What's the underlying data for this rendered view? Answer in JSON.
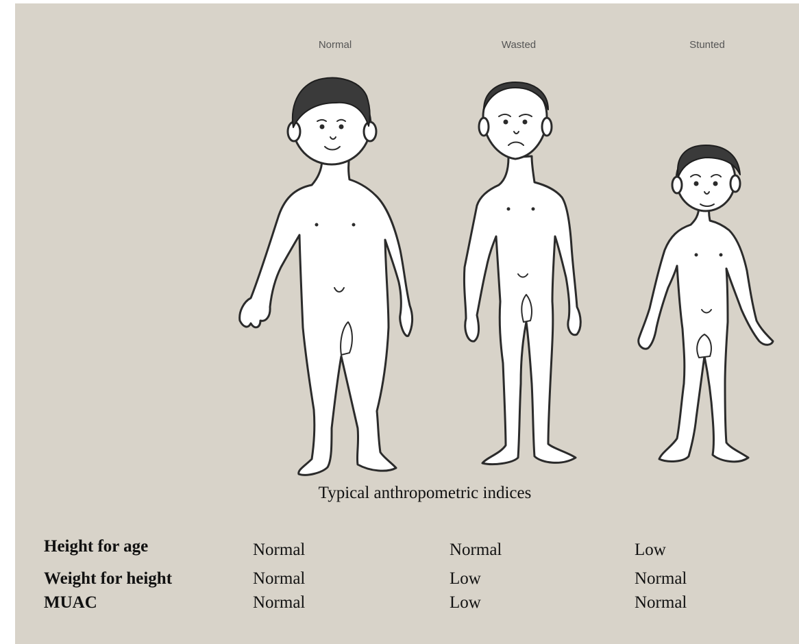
{
  "columns": [
    {
      "label": "Normal"
    },
    {
      "label": "Wasted"
    },
    {
      "label": "Stunted"
    }
  ],
  "caption": "Typical anthropometric indices",
  "table": {
    "rows": [
      {
        "label": "Height for age",
        "values": [
          "Normal",
          "Normal",
          "Low"
        ]
      },
      {
        "label": "Weight for height",
        "values": [
          "Normal",
          "Low",
          "Normal"
        ]
      },
      {
        "label": "MUAC",
        "values": [
          "Normal",
          "Low",
          "Normal"
        ]
      }
    ]
  },
  "colors": {
    "background": "#d8d3c9",
    "figure_fill": "#ffffff",
    "outline": "#2b2b2b"
  }
}
